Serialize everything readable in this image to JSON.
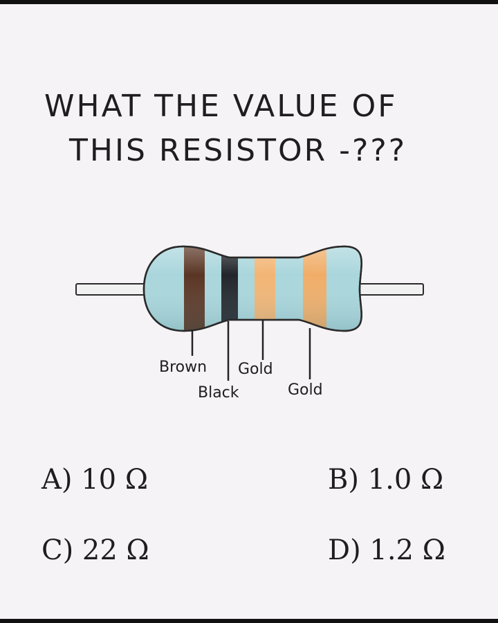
{
  "question": {
    "line1": "WHAT THE VALUE OF",
    "line2": "THIS RESISTOR -???"
  },
  "resistor": {
    "body_color": "#a9d6dc",
    "bands": [
      {
        "label": "Brown",
        "color": "#5a3524"
      },
      {
        "label": "Black",
        "color": "#22262b"
      },
      {
        "label": "Gold",
        "color": "#f2b574"
      },
      {
        "label": "Gold",
        "color": "#f0ad68"
      }
    ]
  },
  "options": [
    {
      "text": "A) 10 Ω"
    },
    {
      "text": "B) 1.0 Ω"
    },
    {
      "text": "C) 22 Ω"
    },
    {
      "text": "D) 1.2 Ω"
    }
  ]
}
